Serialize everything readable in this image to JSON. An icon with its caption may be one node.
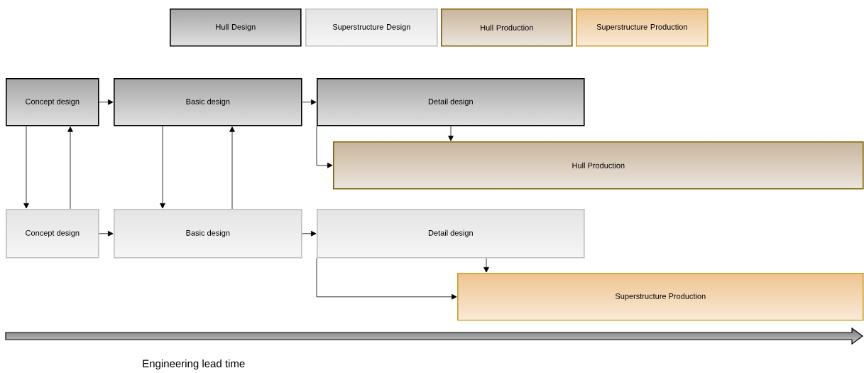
{
  "diagram": {
    "nodes": [
      {
        "text": [
          "Concept design"
        ]
      },
      {
        "text": [
          "Basic design"
        ]
      },
      {
        "text": [
          "Detail design"
        ]
      },
      {
        "text": [
          "Hull Production"
        ]
      },
      {
        "text": [
          "Concept design"
        ]
      },
      {
        "text": [
          "Basic design"
        ]
      },
      {
        "text": [
          "Detail design"
        ]
      },
      {
        "text": [
          "Superstructure Production"
        ]
      }
    ],
    "edges": [
      {
        "from": 0,
        "to": 1,
        "arrow": "to"
      },
      {
        "from": 1,
        "to": 2,
        "arrow": "to"
      },
      {
        "from": 2,
        "to": 3,
        "arrow": "to"
      },
      {
        "from": 2,
        "to": 3,
        "arrow": "to"
      },
      {
        "from": 0,
        "to": 4,
        "arrow": "to"
      },
      {
        "from": 4,
        "to": 0,
        "arrow": "to"
      },
      {
        "from": 1,
        "to": 5,
        "arrow": "to"
      },
      {
        "from": 5,
        "to": 1,
        "arrow": "to"
      },
      {
        "from": 4,
        "to": 5,
        "arrow": "to"
      },
      {
        "from": 5,
        "to": 6,
        "arrow": "to"
      },
      {
        "from": 6,
        "to": 7,
        "arrow": "to"
      },
      {
        "from": 6,
        "to": 7,
        "arrow": "to"
      }
    ],
    "labels": [
      "Engineering lead time"
    ],
    "legend": [
      {
        "text": "Hull Design",
        "color": "#a6a6a6"
      },
      {
        "text": "Superstructure Design",
        "color": "#e4e4e4"
      },
      {
        "text": "Hull Production",
        "color": "#c8b59c"
      },
      {
        "text": "Superstructure Production",
        "color": "#eec48f"
      }
    ]
  }
}
